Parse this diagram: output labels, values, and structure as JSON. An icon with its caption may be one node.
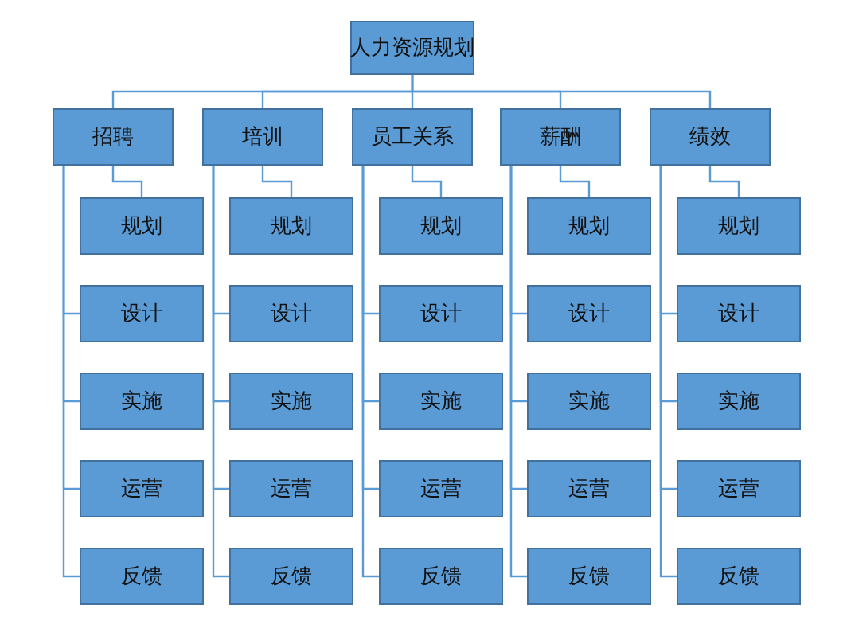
{
  "diagram": {
    "nodes": [
      {
        "text": [
          "人力资源规划"
        ]
      },
      {
        "text": [
          "招聘"
        ]
      },
      {
        "text": [
          "培训"
        ]
      },
      {
        "text": [
          "员工关系"
        ]
      },
      {
        "text": [
          "薪酬"
        ]
      },
      {
        "text": [
          "绩效"
        ]
      },
      {
        "text": [
          "规划"
        ]
      },
      {
        "text": [
          "设计"
        ]
      },
      {
        "text": [
          "实施"
        ]
      },
      {
        "text": [
          "运营"
        ]
      },
      {
        "text": [
          "反馈"
        ]
      },
      {
        "text": [
          "规划"
        ]
      },
      {
        "text": [
          "设计"
        ]
      },
      {
        "text": [
          "实施"
        ]
      },
      {
        "text": [
          "运营"
        ]
      },
      {
        "text": [
          "反馈"
        ]
      },
      {
        "text": [
          "规划"
        ]
      },
      {
        "text": [
          "设计"
        ]
      },
      {
        "text": [
          "实施"
        ]
      },
      {
        "text": [
          "运营"
        ]
      },
      {
        "text": [
          "反馈"
        ]
      },
      {
        "text": [
          "规划"
        ]
      },
      {
        "text": [
          "设计"
        ]
      },
      {
        "text": [
          "实施"
        ]
      },
      {
        "text": [
          "运营"
        ]
      },
      {
        "text": [
          "反馈"
        ]
      },
      {
        "text": [
          "规划"
        ]
      },
      {
        "text": [
          "设计"
        ]
      },
      {
        "text": [
          "实施"
        ]
      },
      {
        "text": [
          "运营"
        ]
      },
      {
        "text": [
          "反馈"
        ]
      }
    ],
    "edges": [
      {
        "from": 0,
        "to": 1,
        "arrow": "none"
      },
      {
        "from": 0,
        "to": 2,
        "arrow": "none"
      },
      {
        "from": 0,
        "to": 3,
        "arrow": "none"
      },
      {
        "from": 0,
        "to": 4,
        "arrow": "none"
      },
      {
        "from": 0,
        "to": 5,
        "arrow": "none"
      },
      {
        "from": 1,
        "to": 6,
        "arrow": "none"
      },
      {
        "from": 1,
        "to": 7,
        "arrow": "none"
      },
      {
        "from": 1,
        "to": 8,
        "arrow": "none"
      },
      {
        "from": 1,
        "to": 9,
        "arrow": "none"
      },
      {
        "from": 1,
        "to": 10,
        "arrow": "none"
      },
      {
        "from": 2,
        "to": 11,
        "arrow": "none"
      },
      {
        "from": 2,
        "to": 12,
        "arrow": "none"
      },
      {
        "from": 2,
        "to": 13,
        "arrow": "none"
      },
      {
        "from": 2,
        "to": 14,
        "arrow": "none"
      },
      {
        "from": 2,
        "to": 15,
        "arrow": "none"
      },
      {
        "from": 3,
        "to": 16,
        "arrow": "none"
      },
      {
        "from": 3,
        "to": 17,
        "arrow": "none"
      },
      {
        "from": 3,
        "to": 18,
        "arrow": "none"
      },
      {
        "from": 3,
        "to": 19,
        "arrow": "none"
      },
      {
        "from": 3,
        "to": 20,
        "arrow": "none"
      },
      {
        "from": 4,
        "to": 21,
        "arrow": "none"
      },
      {
        "from": 4,
        "to": 22,
        "arrow": "none"
      },
      {
        "from": 4,
        "to": 23,
        "arrow": "none"
      },
      {
        "from": 4,
        "to": 24,
        "arrow": "none"
      },
      {
        "from": 4,
        "to": 25,
        "arrow": "none"
      },
      {
        "from": 5,
        "to": 26,
        "arrow": "none"
      },
      {
        "from": 5,
        "to": 27,
        "arrow": "none"
      },
      {
        "from": 5,
        "to": 28,
        "arrow": "none"
      },
      {
        "from": 5,
        "to": 29,
        "arrow": "none"
      },
      {
        "from": 5,
        "to": 30,
        "arrow": "none"
      }
    ]
  }
}
